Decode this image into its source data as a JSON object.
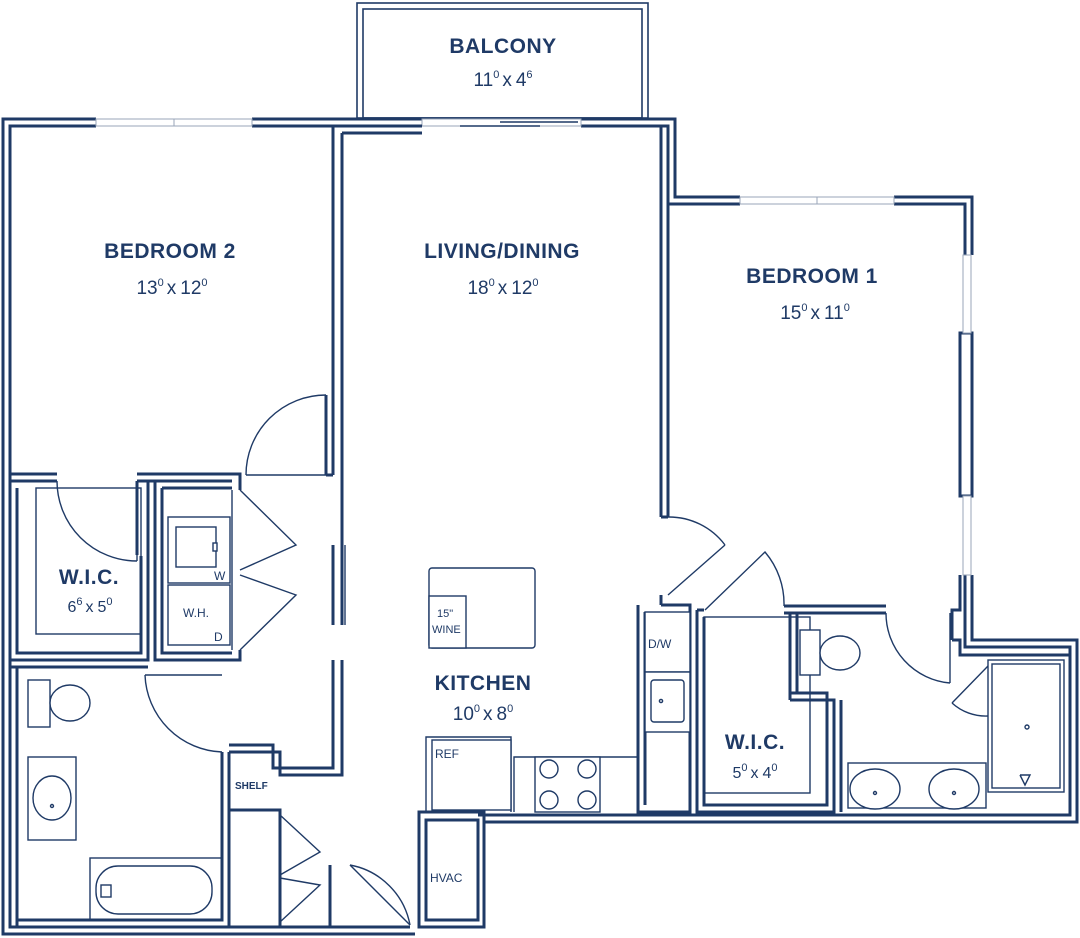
{
  "rooms": {
    "balcony": {
      "name": "BALCONY",
      "w": "11",
      "w_sup": "0",
      "x": "x",
      "h": "4",
      "h_sup": "6"
    },
    "bedroom2": {
      "name": "BEDROOM 2",
      "w": "13",
      "w_sup": "0",
      "x": "x",
      "h": "12",
      "h_sup": "0"
    },
    "living": {
      "name": "LIVING/DINING",
      "w": "18",
      "w_sup": "0",
      "x": "x",
      "h": "12",
      "h_sup": "0"
    },
    "bedroom1": {
      "name": "BEDROOM 1",
      "w": "15",
      "w_sup": "0",
      "x": "x",
      "h": "11",
      "h_sup": "0"
    },
    "wic2": {
      "name": "W.I.C.",
      "w": "6",
      "w_sup": "6",
      "x": "x",
      "h": "5",
      "h_sup": "0"
    },
    "kitchen": {
      "name": "KITCHEN",
      "w": "10",
      "w_sup": "0",
      "x": "x",
      "h": "8",
      "h_sup": "0"
    },
    "wic1": {
      "name": "W.I.C.",
      "w": "5",
      "w_sup": "0",
      "x": "x",
      "h": "4",
      "h_sup": "0"
    }
  },
  "labels": {
    "washer": "W",
    "dryer": "D",
    "water_heater": "W.H.",
    "wine_size": "15\"",
    "wine": "WINE",
    "dishwasher": "D/W",
    "refrigerator": "REF",
    "shelf": "SHELF",
    "hvac": "HVAC"
  },
  "colors": {
    "wall": "#1f3a66",
    "window": "#9aa6b8",
    "background": "#ffffff"
  }
}
